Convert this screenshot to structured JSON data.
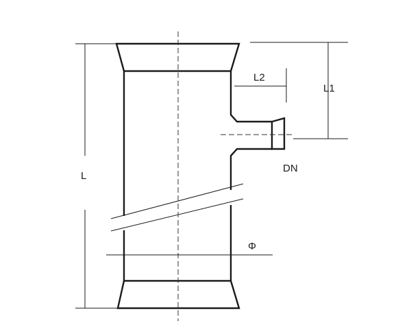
{
  "labels": {
    "length_L": "L",
    "length_L1": "L1",
    "length_L2": "L2",
    "branch_dn": "DN",
    "diameter": "Φ"
  }
}
